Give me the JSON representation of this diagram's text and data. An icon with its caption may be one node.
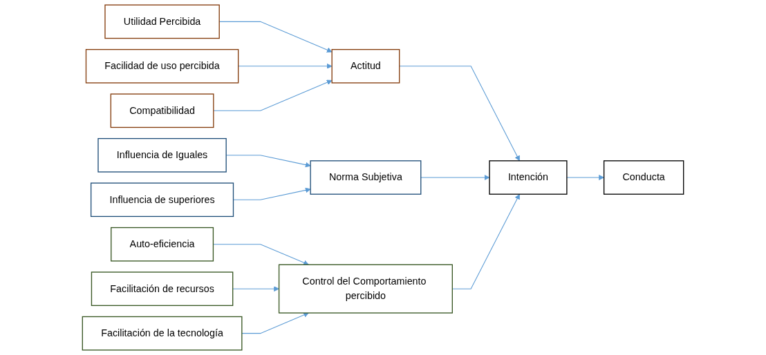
{
  "diagram": {
    "nodes": [
      {
        "text": [
          "Utilidad Percibida"
        ]
      },
      {
        "text": [
          "Facilidad de uso percibida"
        ]
      },
      {
        "text": [
          "Compatibilidad"
        ]
      },
      {
        "text": [
          "Actitud"
        ]
      },
      {
        "text": [
          "Influencia de Iguales"
        ]
      },
      {
        "text": [
          "Influencia de superiores"
        ]
      },
      {
        "text": [
          "Norma Subjetiva"
        ]
      },
      {
        "text": [
          "Auto-eficiencia"
        ]
      },
      {
        "text": [
          "Facilitación de recursos"
        ]
      },
      {
        "text": [
          "Facilitación de la tecnología"
        ]
      },
      {
        "text": [
          "Control del Comportamiento percibido"
        ]
      },
      {
        "text": [
          "Intención"
        ]
      },
      {
        "text": [
          "Conducta"
        ]
      }
    ],
    "edges": [
      {
        "from": 0,
        "to": 3,
        "arrow": "to"
      },
      {
        "from": 1,
        "to": 3,
        "arrow": "to"
      },
      {
        "from": 2,
        "to": 3,
        "arrow": "to"
      },
      {
        "from": 4,
        "to": 6,
        "arrow": "to"
      },
      {
        "from": 5,
        "to": 6,
        "arrow": "to"
      },
      {
        "from": 7,
        "to": 10,
        "arrow": "to"
      },
      {
        "from": 8,
        "to": 10,
        "arrow": "to"
      },
      {
        "from": 9,
        "to": 10,
        "arrow": "to"
      },
      {
        "from": 3,
        "to": 11,
        "arrow": "to"
      },
      {
        "from": 6,
        "to": 11,
        "arrow": "to"
      },
      {
        "from": 10,
        "to": 11,
        "arrow": "to"
      },
      {
        "from": 11,
        "to": 12,
        "arrow": "to"
      }
    ]
  }
}
